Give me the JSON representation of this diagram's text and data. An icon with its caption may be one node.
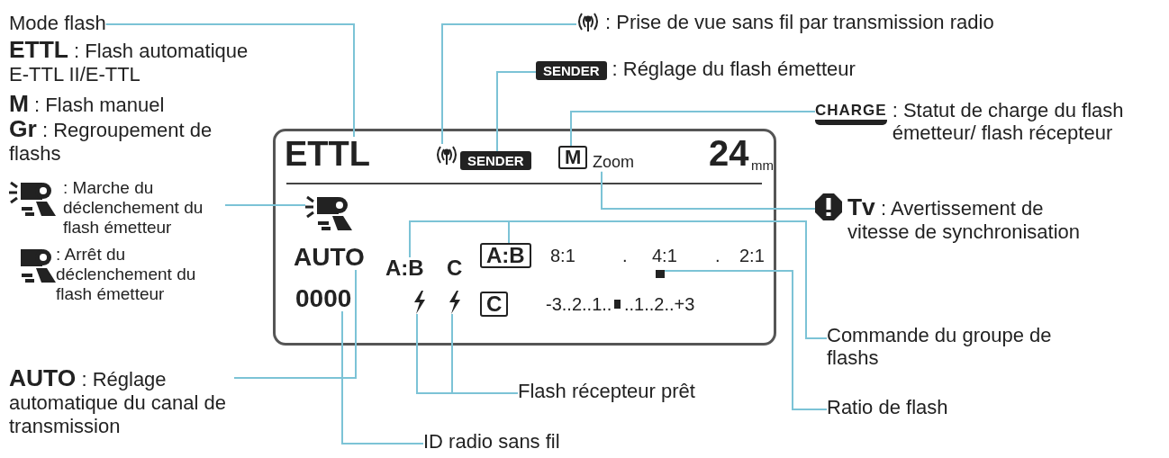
{
  "diagram": {
    "nodes": [
      {
        "text": [
          "Mode flash"
        ]
      },
      {
        "text": [
          ": Prise de vue sans fil par transmission radio"
        ]
      },
      {
        "text": [
          "SENDER",
          ": Réglage du flash émetteur"
        ]
      },
      {
        "text": [
          "CHARGE",
          ": Statut de charge du flash émetteur/ flash récepteur"
        ]
      },
      {
        "text": [],
        "shape": "box"
      },
      {
        "text": [
          "ETTL"
        ],
        "in": 4
      },
      {
        "text": [],
        "shape": "antenna",
        "in": 4
      },
      {
        "text": [
          "SENDER"
        ],
        "in": 4
      },
      {
        "text": [
          "M"
        ],
        "in": 4
      },
      {
        "text": [
          "Zoom"
        ],
        "in": 4
      },
      {
        "text": [],
        "shape": "flash",
        "in": 4
      },
      {
        "text": [
          "AUTO"
        ],
        "in": 4
      },
      {
        "text": [
          "A:B"
        ],
        "in": 4
      },
      {
        "text": [],
        "shape": "lightning",
        "in": 4
      },
      {
        "text": [],
        "shape": "lightning",
        "in": 4
      },
      {
        "text": [
          "A:B"
        ],
        "in": 4
      },
      {
        "text": [],
        "shape": "box",
        "in": 4
      },
      {
        "text": [
          "C"
        ],
        "in": 4
      },
      {
        "text": [
          "0000"
        ],
        "in": 4
      },
      {
        "text": [
          ": Marche du déclenchement du flash émetteur"
        ]
      },
      {
        "text": [
          "**Tv** : Avertissement de vitesse de synchronisation"
        ]
      },
      {
        "text": [
          "Commande du groupe de flashs"
        ]
      },
      {
        "text": [
          "**AUTO** : Réglage automatique du canal de transmission"
        ]
      },
      {
        "text": [
          "Flash récepteur prêt"
        ]
      },
      {
        "text": [
          "Ratio de flash"
        ]
      },
      {
        "text": [
          "ID radio sans fil"
        ]
      }
    ],
    "edges": [
      {
        "from": 0,
        "to": 5,
        "arrow": "none"
      },
      {
        "from": 1,
        "to": 6,
        "arrow": "none"
      },
      {
        "from": 2,
        "to": 7,
        "arrow": "none"
      },
      {
        "from": 3,
        "to": 8,
        "arrow": "none"
      },
      {
        "from": 19,
        "to": 10,
        "arrow": "none"
      },
      {
        "from": 20,
        "to": 9,
        "arrow": "none"
      },
      {
        "from": 21,
        "to": 12,
        "arrow": "none"
      },
      {
        "from": 21,
        "to": 15,
        "arrow": "none"
      },
      {
        "from": 24,
        "to": 16,
        "arrow": "none"
      },
      {
        "from": 22,
        "to": 11,
        "arrow": "none"
      },
      {
        "from": 23,
        "to": 13,
        "arrow": "none"
      },
      {
        "from": 23,
        "to": 14,
        "arrow": "none"
      },
      {
        "from": 25,
        "to": 18,
        "arrow": "none"
      }
    ],
    "labels": [
      "**ETTL** : Flash automatique E-TTL II/E-TTL",
      "**M** : Flash manuel",
      "**Gr** : Regroupement de flashs",
      ": Arrêt du déclenchement du flash émetteur",
      "24",
      "mm",
      "C",
      "8:1",
      ".",
      "4:1",
      ".",
      "2:1",
      "-3..2..1..",
      "..1..2..+3"
    ]
  }
}
